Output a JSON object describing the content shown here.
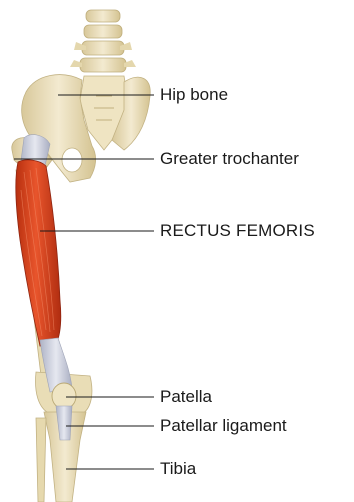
{
  "labels": {
    "hip_bone": "Hip bone",
    "greater_trochanter": "Greater trochanter",
    "rectus_femoris": "RECTUS FEMORIS",
    "patella": "Patella",
    "patellar_ligament": "Patellar ligament",
    "tibia": "Tibia"
  },
  "colors": {
    "bone": "#eadfb8",
    "bone_shadow": "#cdbd8c",
    "muscle": "#d9401f",
    "muscle_dark": "#a82a12",
    "tendon": "#c8ccd8",
    "leader_line": "#1a1a1a"
  }
}
